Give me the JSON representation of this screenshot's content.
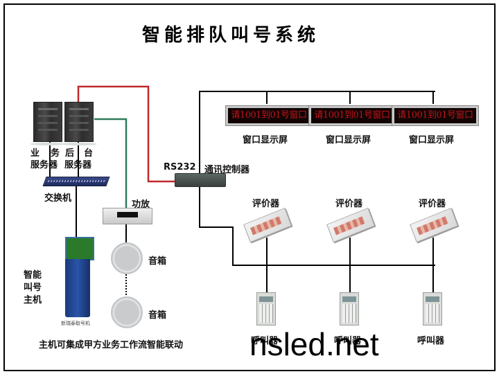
{
  "title": "智能排队叫号系统",
  "servers": {
    "business_label_top": [
      "业",
      "务"
    ],
    "business_label_bottom": "服务器",
    "backend_label_top": [
      "后",
      "台"
    ],
    "backend_label_bottom": "服务器"
  },
  "switch_label": "交换机",
  "amplifier_label": "功放",
  "speakers": [
    "音箱",
    "音箱"
  ],
  "kiosk": {
    "label_lines": [
      "智能",
      "叫号",
      "主机"
    ],
    "caption": "新瑞泰取号机"
  },
  "controller": {
    "port_label": "RS232",
    "label": "通讯控制器"
  },
  "displays": [
    {
      "text": "请1001到01号窗口",
      "label": "窗口显示屏"
    },
    {
      "text": "请1001到01号窗口",
      "label": "窗口显示屏"
    },
    {
      "text": "请1001到01号窗口",
      "label": "窗口显示屏"
    }
  ],
  "evaluators": [
    "评价器",
    "评价器",
    "评价器"
  ],
  "callers": [
    "呼叫器",
    "呼叫器",
    "呼叫器"
  ],
  "footer_note": "主机可集成甲方业务工作流智能联动",
  "watermark": "nsled.net",
  "colors": {
    "red_wire": "#c0282a",
    "green_wire": "#2f7a5a",
    "black_wire": "#000000",
    "led_text": "#c0141a"
  }
}
